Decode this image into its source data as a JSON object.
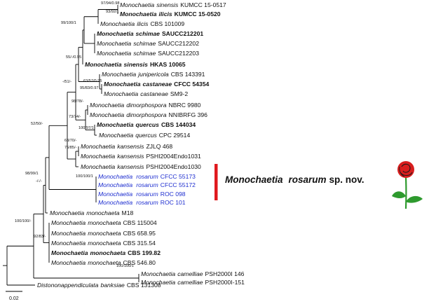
{
  "taxa": [
    {
      "id": "t1",
      "genus": "Monochaetia",
      "species": "sinensis",
      "strain": "KUMCC 15-0517",
      "bold": false,
      "highlight": false
    },
    {
      "id": "t2",
      "genus": "Monochaetia",
      "species": "ilicis",
      "strain": "KUMCC 15-0520",
      "bold": true,
      "highlight": false
    },
    {
      "id": "t3",
      "genus": "Monochaetia",
      "species": "ilicis",
      "strain": "CBS 101009",
      "bold": false,
      "highlight": false
    },
    {
      "id": "t4",
      "genus": "Monochaetia",
      "species": "schimae",
      "strain": "SAUCC212201",
      "bold": true,
      "highlight": false
    },
    {
      "id": "t5",
      "genus": "Monochaetia",
      "species": "schimae",
      "strain": "SAUCC212202",
      "bold": false,
      "highlight": false
    },
    {
      "id": "t6",
      "genus": "Monochaetia",
      "species": "schimae",
      "strain": "SAUCC212203",
      "bold": false,
      "highlight": false
    },
    {
      "id": "t7",
      "genus": "Monochaetia",
      "species": "sinensis",
      "strain": "HKAS 10065",
      "bold": true,
      "highlight": false
    },
    {
      "id": "t8",
      "genus": "Monochaetia",
      "species": "junipericola",
      "strain": "CBS 143391",
      "bold": false,
      "highlight": false
    },
    {
      "id": "t9",
      "genus": "Monochaetia",
      "species": "castaneae",
      "strain": "CFCC 54354",
      "bold": true,
      "highlight": false
    },
    {
      "id": "t10",
      "genus": "Monochaetia",
      "species": "castaneae",
      "strain": "SM9-2",
      "bold": false,
      "highlight": false
    },
    {
      "id": "t11",
      "genus": "Monochaetia",
      "species": "dimorphospora",
      "strain": "NBRC 9980",
      "bold": false,
      "highlight": false
    },
    {
      "id": "t12",
      "genus": "Monochaetia",
      "species": "dimorphospora",
      "strain": "NNIBRFG 396",
      "bold": false,
      "highlight": false
    },
    {
      "id": "t13",
      "genus": "Monochaetia",
      "species": "quercus",
      "strain": "CBS 144034",
      "bold": true,
      "highlight": false
    },
    {
      "id": "t14",
      "genus": "Monochaetia",
      "species": "quercus",
      "strain": "CPC 29514",
      "bold": false,
      "highlight": false
    },
    {
      "id": "t15",
      "genus": "Monochaetia",
      "species": "kansensis",
      "strain": "ZJLQ 468",
      "bold": false,
      "highlight": false
    },
    {
      "id": "t16",
      "genus": "Monochaetia",
      "species": "kansensis",
      "strain": "PSHI2004Endo1031",
      "bold": false,
      "highlight": false
    },
    {
      "id": "t17",
      "genus": "Monochaetia",
      "species": "kansensis",
      "strain": "PSHI2004Endo1030",
      "bold": false,
      "highlight": false
    },
    {
      "id": "t18",
      "genus": "Monochaetia",
      "species": "rosarum",
      "strain": "CFCC 55173",
      "bold": false,
      "highlight": true
    },
    {
      "id": "t19",
      "genus": "Monochaetia",
      "species": "rosarum",
      "strain": "CFCC 55172",
      "bold": false,
      "highlight": true
    },
    {
      "id": "t20",
      "genus": "Monochaetia",
      "species": "rosarum",
      "strain": "ROC 098",
      "bold": false,
      "highlight": true
    },
    {
      "id": "t21",
      "genus": "Monochaetia",
      "species": "rosarum",
      "strain": "ROC 101",
      "bold": false,
      "highlight": true
    },
    {
      "id": "t22",
      "genus": "Monochaetia",
      "species": "monochaeta",
      "strain": "M18",
      "bold": false,
      "highlight": false
    },
    {
      "id": "t23",
      "genus": "Monochaetia",
      "species": "monochaeta",
      "strain": "CBS 115004",
      "bold": false,
      "highlight": false
    },
    {
      "id": "t24",
      "genus": "Monochaetia",
      "species": "monochaeta",
      "strain": "CBS 658.95",
      "bold": false,
      "highlight": false
    },
    {
      "id": "t25",
      "genus": "Monochaetia",
      "species": "monochaeta",
      "strain": "CBS 315.54",
      "bold": false,
      "highlight": false
    },
    {
      "id": "t26",
      "genus": "Monochaetia",
      "species": "monochaeta",
      "strain": "CBS 199.82",
      "bold": true,
      "highlight": false
    },
    {
      "id": "t27",
      "genus": "Monochaetia",
      "species": "monochaeta",
      "strain": "CBS 546.80",
      "bold": false,
      "highlight": false
    },
    {
      "id": "t28",
      "genus": "Monochaetia",
      "species": "camelliae",
      "strain": "PSH2000I 146",
      "bold": false,
      "highlight": false
    },
    {
      "id": "t29",
      "genus": "Monochaetia",
      "species": "camelliae",
      "strain": "PSH2000I-151",
      "bold": false,
      "highlight": false
    },
    {
      "id": "t30",
      "genus": "Distononappendiculata",
      "species": "banksiae",
      "strain": "CBS 131308",
      "bold": false,
      "highlight": false
    }
  ],
  "support_values": {
    "n_sin_ili": "97/94/0.98",
    "n_ili": "93/92/1",
    "n_a": "99/100/1",
    "n_b": "55/-/0.95",
    "n_c": "-/51/-",
    "n_cast_a": "63/57/0.95",
    "n_cast_b": "95/83/0.97",
    "n_dimo": "98/78/-",
    "n_dq": "73/74/-",
    "n_quer": "100/97/1",
    "n_d": "52/50/-",
    "n_kans_a": "63/70/-",
    "n_kans_b": "76/85/-",
    "n_rosarum": "100/100/1",
    "n_e": "98/99/1",
    "n_f": "-/-/-",
    "n_mono": "92/83/-",
    "n_root": "100/100/-",
    "n_cam": "100/100/1"
  },
  "new_species": {
    "genus": "Monochaetia",
    "species": "rosarum",
    "suffix": "sp. nov.",
    "bar_color": "#e0191e"
  },
  "colors": {
    "highlight_text": "#1f2fd0",
    "rose_petal": "#d81e1e",
    "rose_leaf": "#2e9a2e"
  },
  "icons": [
    "rose-icon"
  ],
  "scale_bar": {
    "label": "0.02"
  }
}
